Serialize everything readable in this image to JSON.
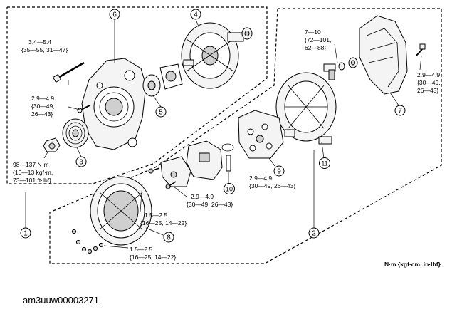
{
  "callouts": {
    "c1": "1",
    "c2": "2",
    "c3": "3",
    "c4": "4",
    "c5": "5",
    "c6": "6",
    "c7": "7",
    "c8": "8",
    "c9": "9",
    "c10": "10",
    "c11": "11"
  },
  "torque_specs": {
    "t_pulley_bolt": [
      "3.4—5.4",
      "{35—55, 31—47}"
    ],
    "t_upper_left": [
      "2.9—4.9",
      "{30—49,",
      "26—43}"
    ],
    "t_pulley_nut": [
      "98—137 N·m",
      "{10—13 kgf·m,",
      "73—101 ft·lbf}"
    ],
    "t_terminal_nut": [
      "7—10",
      "{72—101,",
      "62—88}"
    ],
    "t_rear_cover": [
      "2.9—4.9",
      "{30—49,",
      "26—43}"
    ],
    "t_brush_holder": [
      "2.9—4.9",
      "{30—49, 26—43}"
    ],
    "t_regulator": [
      "2.9—4.9",
      "{30—49, 26—43}"
    ],
    "t_stator_upper": [
      "1.5—2.5",
      "{16—25, 14—22}"
    ],
    "t_stator_lower": [
      "1.5—2.5",
      "{16—25, 14—22}"
    ]
  },
  "units_note": "N·m {kgf·cm, in·lbf}",
  "image_id": "am3uuw00003271"
}
